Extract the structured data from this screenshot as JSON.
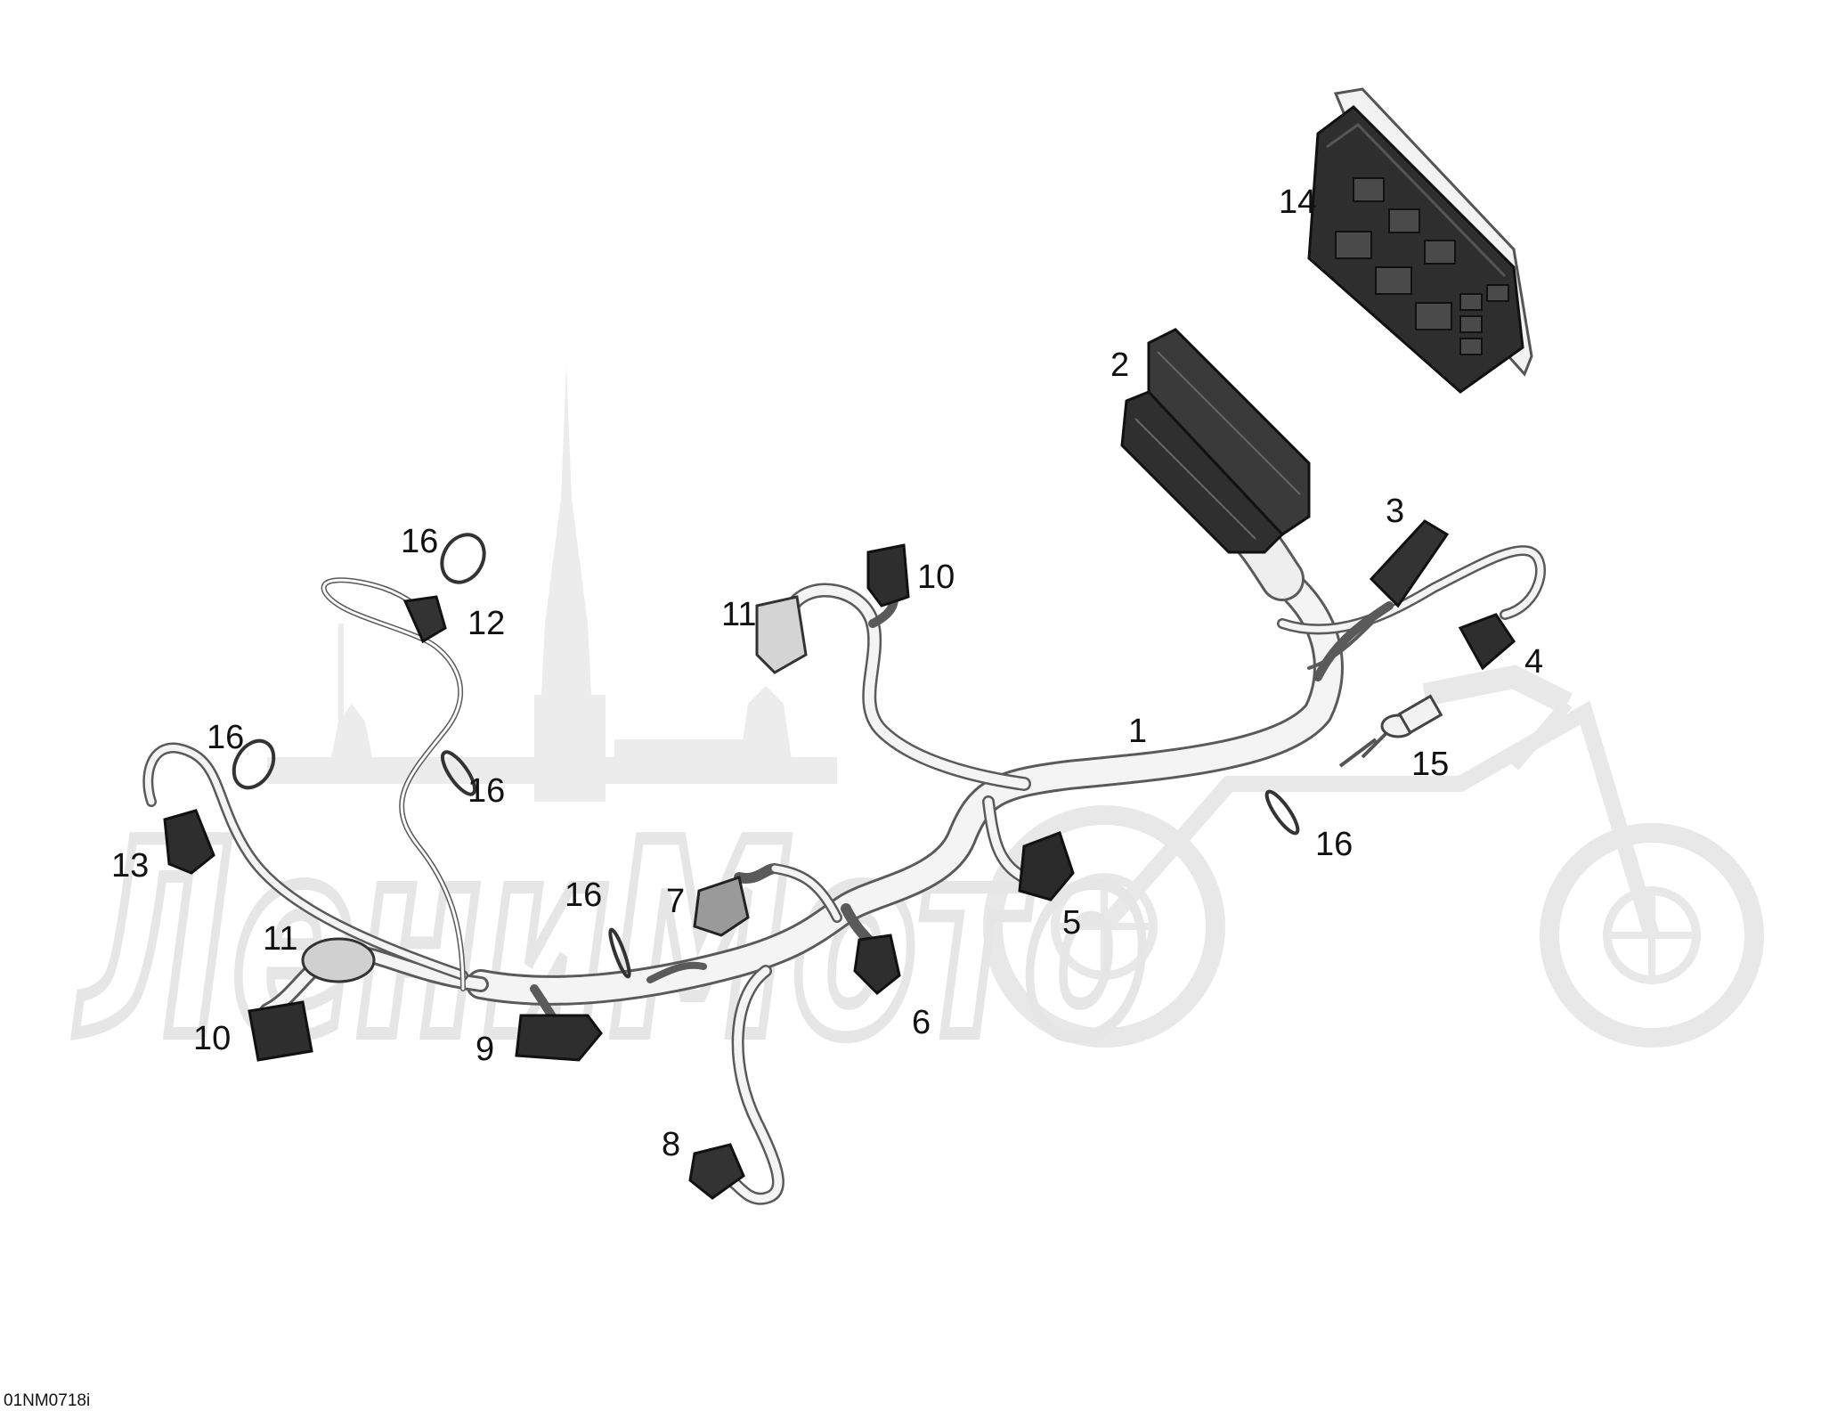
{
  "figure_code": "01NM0718i",
  "watermark": {
    "text": "ЛениМото"
  },
  "callouts": [
    {
      "id": "c1",
      "label": "1"
    },
    {
      "id": "c2",
      "label": "2"
    },
    {
      "id": "c3",
      "label": "3"
    },
    {
      "id": "c4",
      "label": "4"
    },
    {
      "id": "c5",
      "label": "5"
    },
    {
      "id": "c6",
      "label": "6"
    },
    {
      "id": "c7",
      "label": "7"
    },
    {
      "id": "c8",
      "label": "8"
    },
    {
      "id": "c9",
      "label": "9"
    },
    {
      "id": "c10a",
      "label": "10"
    },
    {
      "id": "c10b",
      "label": "10"
    },
    {
      "id": "c11a",
      "label": "11"
    },
    {
      "id": "c11b",
      "label": "11"
    },
    {
      "id": "c12",
      "label": "12"
    },
    {
      "id": "c13",
      "label": "13"
    },
    {
      "id": "c14",
      "label": "14"
    },
    {
      "id": "c15",
      "label": "15"
    },
    {
      "id": "c16a",
      "label": "16"
    },
    {
      "id": "c16b",
      "label": "16"
    },
    {
      "id": "c16c",
      "label": "16"
    },
    {
      "id": "c16d",
      "label": "16"
    },
    {
      "id": "c16e",
      "label": "16"
    }
  ]
}
